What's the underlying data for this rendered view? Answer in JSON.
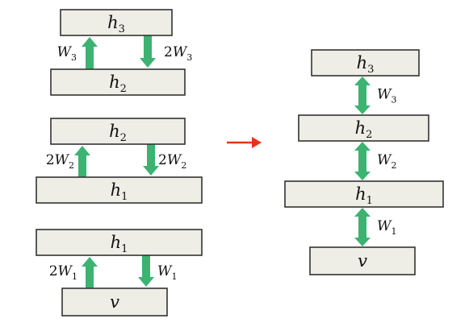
{
  "colors": {
    "box_fill": "#eeeee6",
    "box_stroke": "#333333",
    "arrow_green": "#3cb371",
    "transform_arrow_red": "#e8321e"
  },
  "icons": {
    "transform_arrow": "arrow-right-icon"
  },
  "left_stack": {
    "blocks": [
      {
        "upper": {
          "base": "h",
          "sub": "3"
        },
        "lower": {
          "base": "h",
          "sub": "2"
        },
        "up_weight": {
          "coef": "",
          "sym": "W",
          "sub": "3"
        },
        "down_weight": {
          "coef": "2",
          "sym": "W",
          "sub": "3"
        }
      },
      {
        "upper": {
          "base": "h",
          "sub": "2"
        },
        "lower": {
          "base": "h",
          "sub": "1"
        },
        "up_weight": {
          "coef": "2",
          "sym": "W",
          "sub": "2"
        },
        "down_weight": {
          "coef": "2",
          "sym": "W",
          "sub": "2"
        }
      },
      {
        "upper": {
          "base": "h",
          "sub": "1"
        },
        "lower": {
          "base": "v",
          "sub": ""
        },
        "up_weight": {
          "coef": "2",
          "sym": "W",
          "sub": "1"
        },
        "down_weight": {
          "coef": "",
          "sym": "W",
          "sub": "1"
        }
      }
    ]
  },
  "right_stack": {
    "layers": [
      {
        "base": "h",
        "sub": "3"
      },
      {
        "base": "h",
        "sub": "2"
      },
      {
        "base": "h",
        "sub": "1"
      },
      {
        "base": "v",
        "sub": ""
      }
    ],
    "links": [
      {
        "coef": "",
        "sym": "W",
        "sub": "3"
      },
      {
        "coef": "",
        "sym": "W",
        "sub": "2"
      },
      {
        "coef": "",
        "sym": "W",
        "sub": "1"
      }
    ]
  }
}
